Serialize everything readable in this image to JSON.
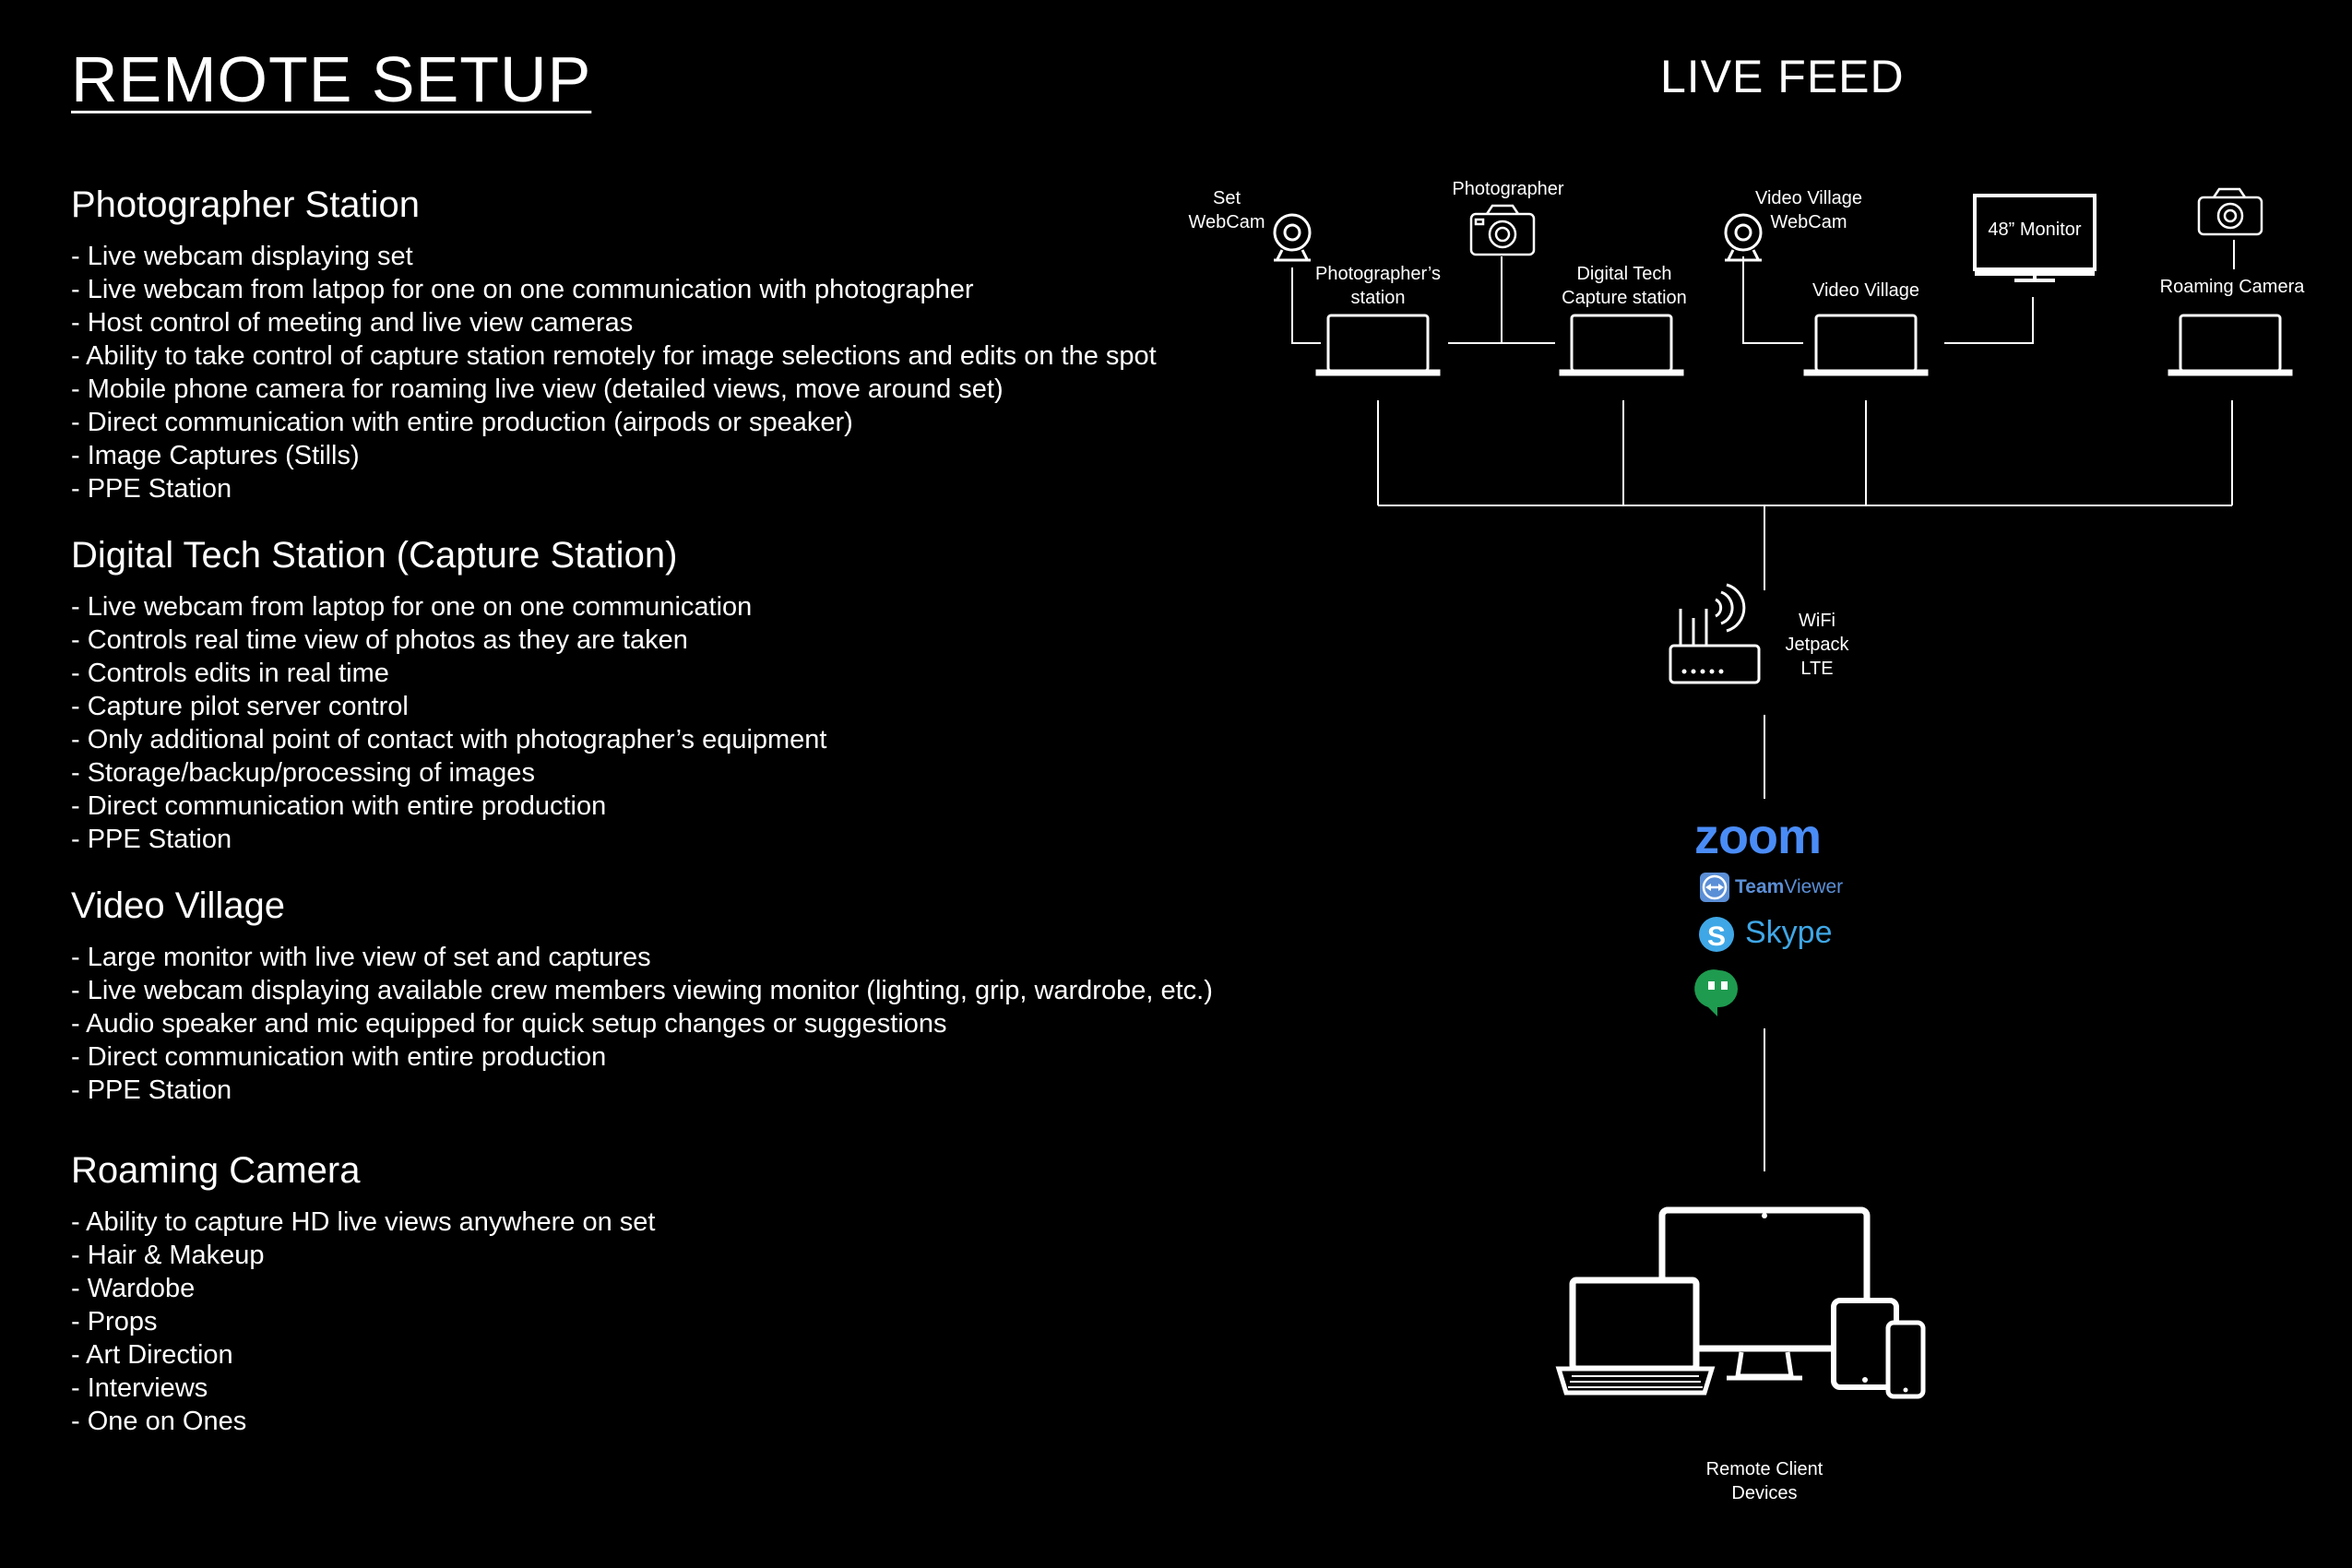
{
  "title": "REMOTE SETUP",
  "diagram_title": "LIVE FEED",
  "sections": [
    {
      "heading": "Photographer Station",
      "items": [
        "- Live webcam displaying set",
        "- Live webcam from latpop for one on one communication with photographer",
        "- Host control of meeting and live view cameras",
        "- Ability to take control of capture station remotely for image selections and edits on the spot",
        "- Mobile phone camera for roaming live view (detailed views, move around set)",
        "- Direct communication with entire production  (airpods or speaker)",
        "- Image Captures (Stills)",
        "- PPE Station"
      ]
    },
    {
      "heading": "Digital Tech Station (Capture Station)",
      "items": [
        "- Live webcam from laptop for one on one communication",
        "- Controls real time view of photos as they are taken",
        "- Controls edits in real time",
        "- Capture pilot server control",
        "- Only additional point of contact with photographer’s equipment",
        "- Storage/backup/processing of images",
        "- Direct communication with entire production",
        "- PPE Station"
      ]
    },
    {
      "heading": "Video Village",
      "items": [
        "- Large monitor with live view of set and captures",
        "- Live webcam displaying available crew members viewing monitor (lighting, grip, wardrobe, etc.)",
        "- Audio speaker and mic equipped for quick setup changes or suggestions",
        "- Direct communication with entire production",
        "- PPE Station"
      ]
    },
    {
      "heading": "Roaming Camera",
      "items": [
        "- Ability to capture HD live views anywhere on set",
        "- Hair & Makeup",
        "- Wardobe",
        "- Props",
        "- Art Direction",
        "- Interviews",
        "- One on Ones"
      ]
    }
  ],
  "diagram": {
    "set_webcam": [
      "Set",
      "WebCam"
    ],
    "photographer": "Photographer",
    "photographers_station": [
      "Photographer’s",
      "station"
    ],
    "digital_tech": [
      "Digital Tech",
      "Capture station"
    ],
    "video_village_webcam": [
      "Video Village",
      "WebCam"
    ],
    "monitor": "48” Monitor",
    "video_village": "Video Village",
    "roaming_camera": "Roaming Camera",
    "wifi": [
      "WiFi",
      "Jetpack",
      "LTE"
    ],
    "apps": {
      "zoom": "zoom",
      "teamviewer_bold": "Team",
      "teamviewer_light": "Viewer",
      "skype": "Skype"
    },
    "remote_client": [
      "Remote Client",
      "Devices"
    ],
    "icons": [
      "webcam-icon",
      "camera-icon",
      "laptop-icon",
      "monitor-icon",
      "router-icon",
      "teamviewer-icon",
      "skype-icon",
      "hangouts-icon",
      "devices-icon"
    ]
  }
}
